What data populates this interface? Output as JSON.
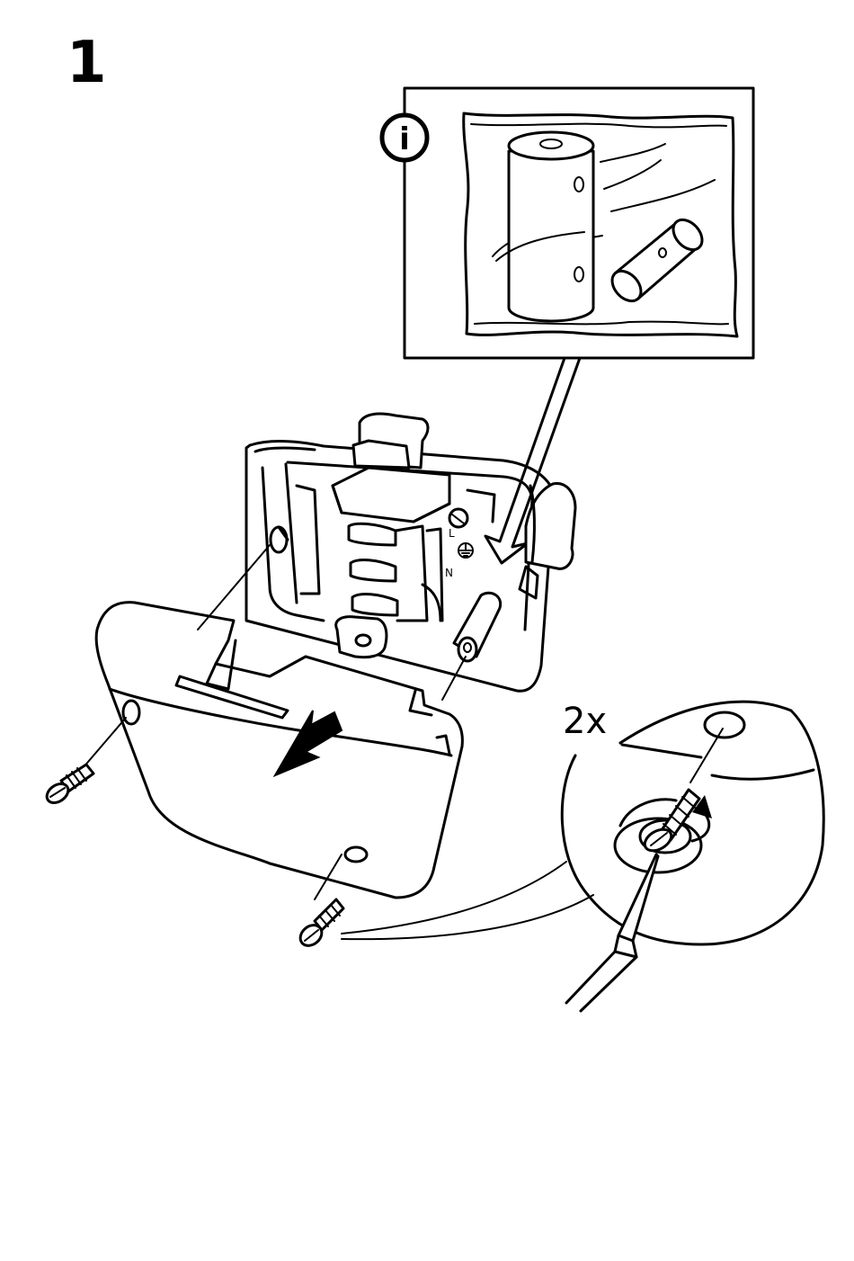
{
  "step": {
    "number": "1"
  },
  "info_panel": {
    "icon": "info-icon",
    "icon_glyph": "i"
  },
  "detail": {
    "quantity": "2x"
  },
  "terminal_labels": {
    "live": "L",
    "neutral": "N",
    "earth_icon": "earth-ground-icon"
  },
  "icons": {
    "cover_removal_arrow": "arrow-down-left-icon",
    "rotate_arrow": "rotate-counterclockwise-icon"
  }
}
